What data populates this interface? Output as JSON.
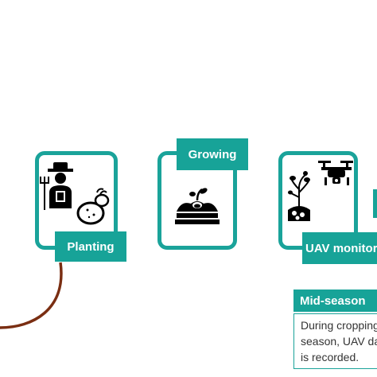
{
  "stages": {
    "planting": {
      "label": "Planting",
      "icon": "farmer-with-potatoes-icon"
    },
    "growing": {
      "label": "Growing",
      "icon": "sprouting-seed-icon"
    },
    "uav": {
      "label": "UAV monitoring",
      "icon": "drone-over-plant-icon"
    }
  },
  "mid_season": {
    "title": "Mid-season",
    "lines": [
      "During cropping",
      "season, UAV data",
      "is recorded."
    ]
  },
  "colors": {
    "accent": "#17a398",
    "connector": "#7a2e12"
  }
}
